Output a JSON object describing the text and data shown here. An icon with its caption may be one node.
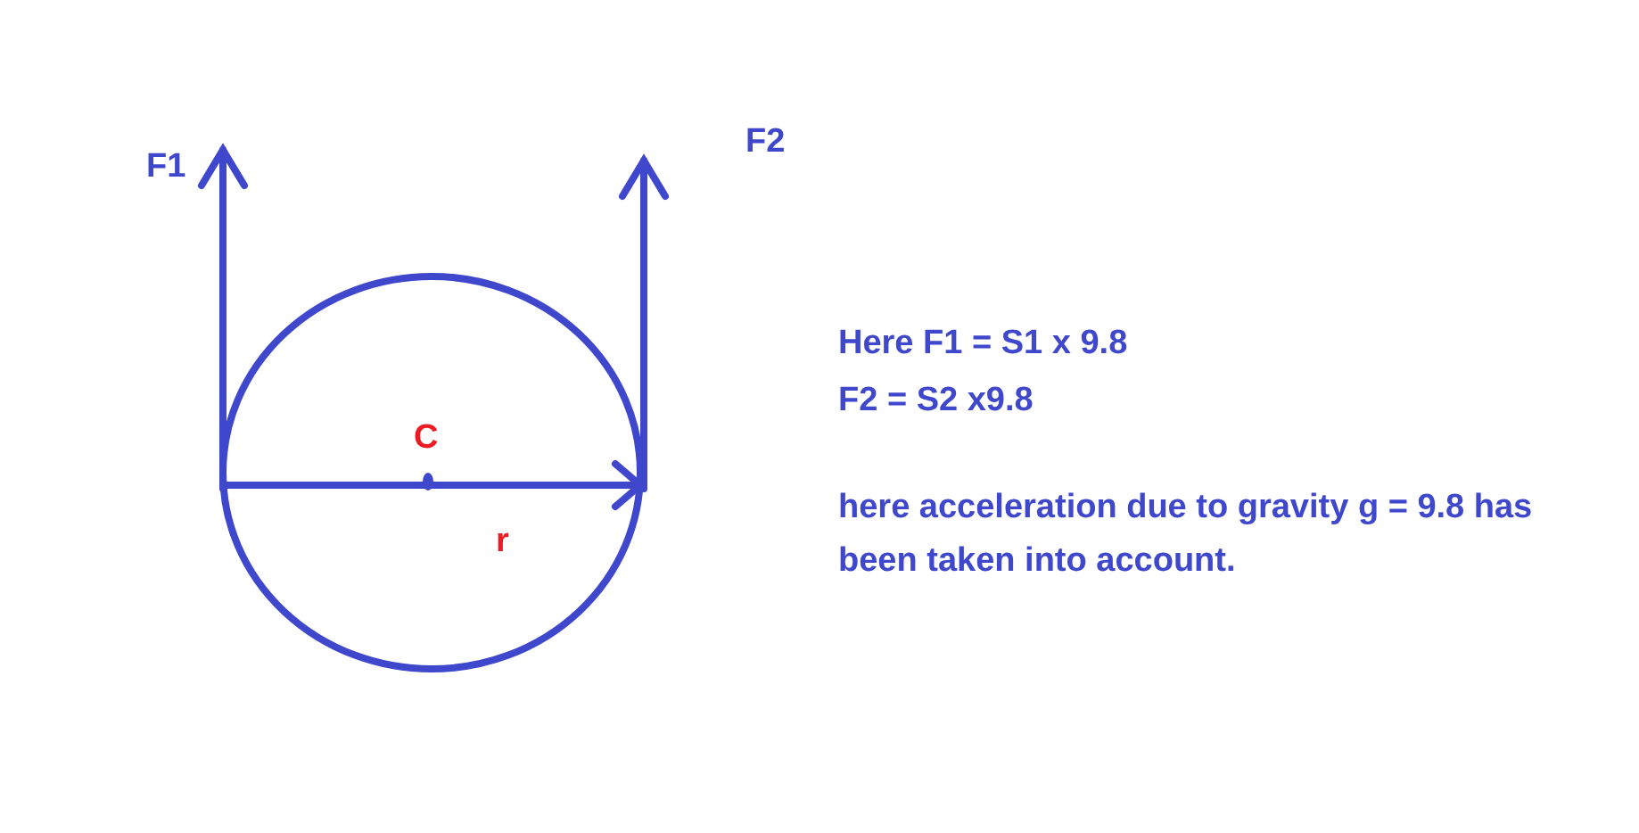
{
  "diagram": {
    "labels": [
      "F1",
      "F2",
      "C",
      "r",
      "Here F1 = S1 x 9.8",
      "F2 = S2 x9.8",
      "here acceleration due to gravity g = 9.8 has been taken into account."
    ]
  }
}
